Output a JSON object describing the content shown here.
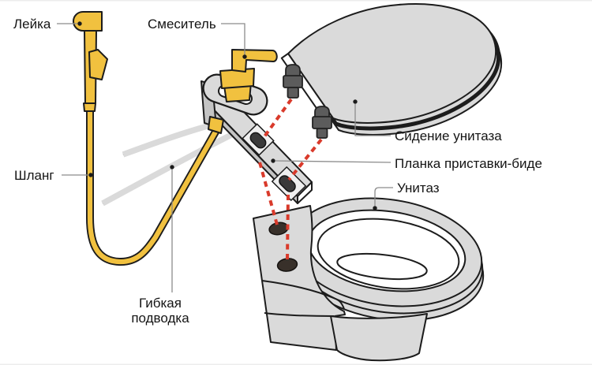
{
  "diagram": {
    "labels": {
      "sprayer": "Лейка",
      "mixer": "Смеситель",
      "hose": "Шланг",
      "flexible_supply": "Гибкая подводка",
      "toilet_seat": "Сидение унитаза",
      "bidet_plate": "Планка приставки-биде",
      "toilet": "Унитаз"
    },
    "colors": {
      "part_yellow": "#F1C13F",
      "part_gray": "#DADADA",
      "part_gray_shade": "#C4C4C4",
      "outline_dark": "#1C1C1C",
      "alignment_red": "#D93A2B",
      "leader_gray": "#8C8C8C",
      "label_text": "#141414",
      "hole_dark": "#38302A",
      "bolt_gray": "#5C5C5C",
      "background": "#FFFFFF"
    }
  }
}
